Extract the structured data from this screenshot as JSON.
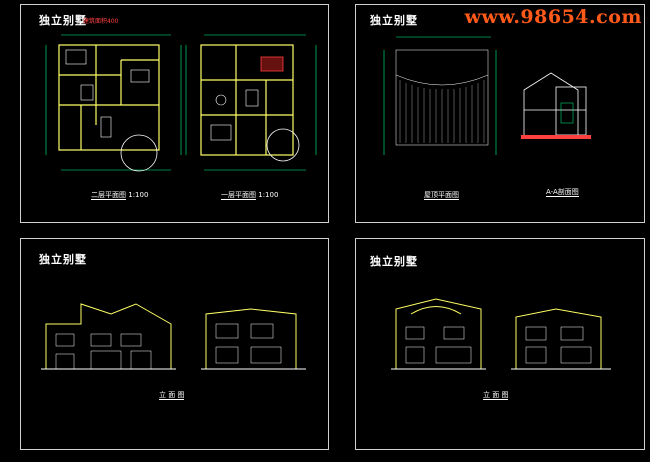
{
  "watermark": "www.98654.com",
  "sheets": [
    {
      "title": "独立别墅",
      "subtitle": "建筑面积400",
      "captions": [
        {
          "text": "二层平面图",
          "extra": "1:100"
        },
        {
          "text": "一层平面图",
          "extra": "1:100"
        }
      ]
    },
    {
      "title": "独立别墅",
      "captions": [
        {
          "text": "屋顶平面图"
        },
        {
          "text": "A-A剖面图"
        }
      ]
    },
    {
      "title": "独立别墅",
      "captions": [
        {
          "text": "立 面 图"
        }
      ]
    },
    {
      "title": "独立别墅",
      "captions": [
        {
          "text": "立 面 图"
        }
      ]
    }
  ],
  "colors": {
    "background": "#000000",
    "sheet_border": "#cfcfcf",
    "wall": "#ffff66",
    "line": "#ffffff",
    "dimension": "#00ff88",
    "accent": "#ff4040",
    "watermark": "#ff5a1a"
  }
}
